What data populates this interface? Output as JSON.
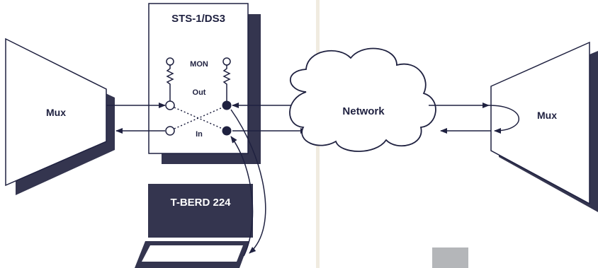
{
  "labels": {
    "left_mux": "Mux",
    "right_mux": "Mux",
    "panel_title": "STS-1/DS3",
    "mon": "MON",
    "out": "Out",
    "in": "In",
    "network": "Network",
    "tester": "T-BERD 224"
  },
  "colors": {
    "ink": "#1f2140",
    "shadow": "#34354f",
    "divider": "#f0ebe0",
    "gray_box": "#b4b6b9"
  }
}
